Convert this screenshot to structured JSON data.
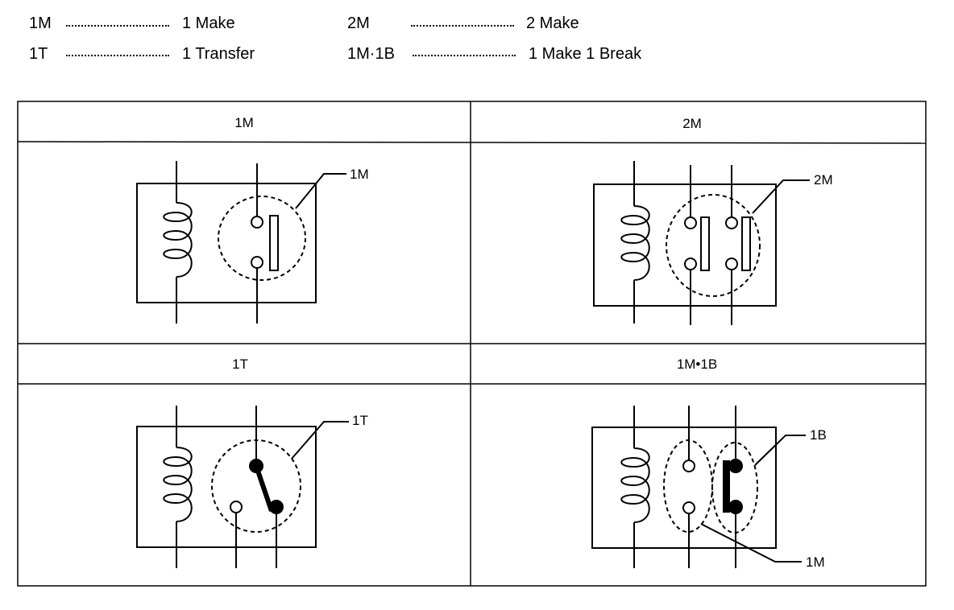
{
  "legend": [
    {
      "code": "1M",
      "meaning": "1 Make"
    },
    {
      "code": "1T",
      "meaning": "1 Transfer"
    },
    {
      "code": "2M",
      "meaning": "2 Make"
    },
    {
      "code": "1M·1B",
      "meaning": "1 Make 1 Break"
    }
  ],
  "table": {
    "headers": [
      "1M",
      "2M",
      "1T",
      "1M•1B"
    ],
    "callouts": {
      "cell_1m": "1M",
      "cell_2m": "2M",
      "cell_1t": "1T",
      "cell_1m1b_top": "1B",
      "cell_1m1b_bottom": "1M"
    }
  }
}
